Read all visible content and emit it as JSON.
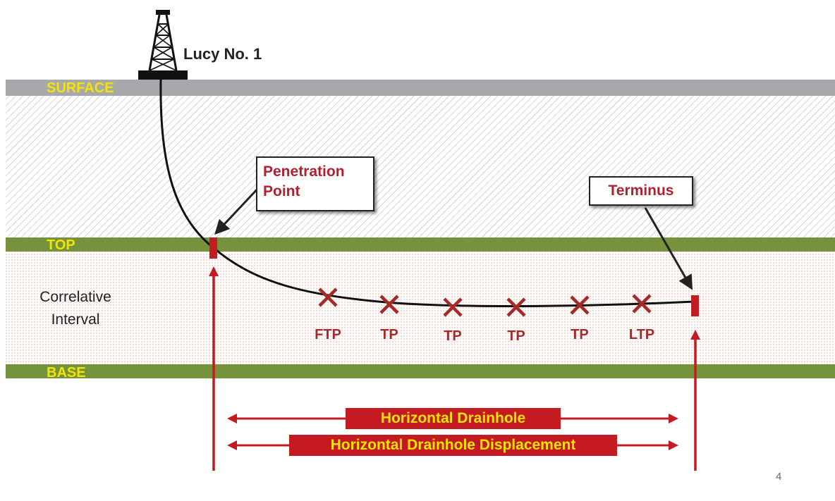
{
  "well": {
    "name": "Lucy No. 1",
    "icon": "oil-derrick-icon"
  },
  "layers": {
    "surface": "SURFACE",
    "top": "TOP",
    "base": "BASE"
  },
  "interval": {
    "line1": "Correlative",
    "line2": "Interval"
  },
  "callouts": {
    "penetration_line1": "Penetration",
    "penetration_line2": "Point",
    "terminus": "Terminus"
  },
  "take_points": [
    "FTP",
    "TP",
    "TP",
    "TP",
    "TP",
    "LTP"
  ],
  "banners": {
    "drainhole": "Horizontal Drainhole",
    "displacement": "Horizontal Drainhole Displacement"
  },
  "page_number": "4",
  "colors": {
    "surface_band": "#a6a8ab",
    "formation_band": "#76923c",
    "label_yellow": "#f5e400",
    "accent_red": "#c41a22",
    "marker_red": "#a42a2a"
  }
}
